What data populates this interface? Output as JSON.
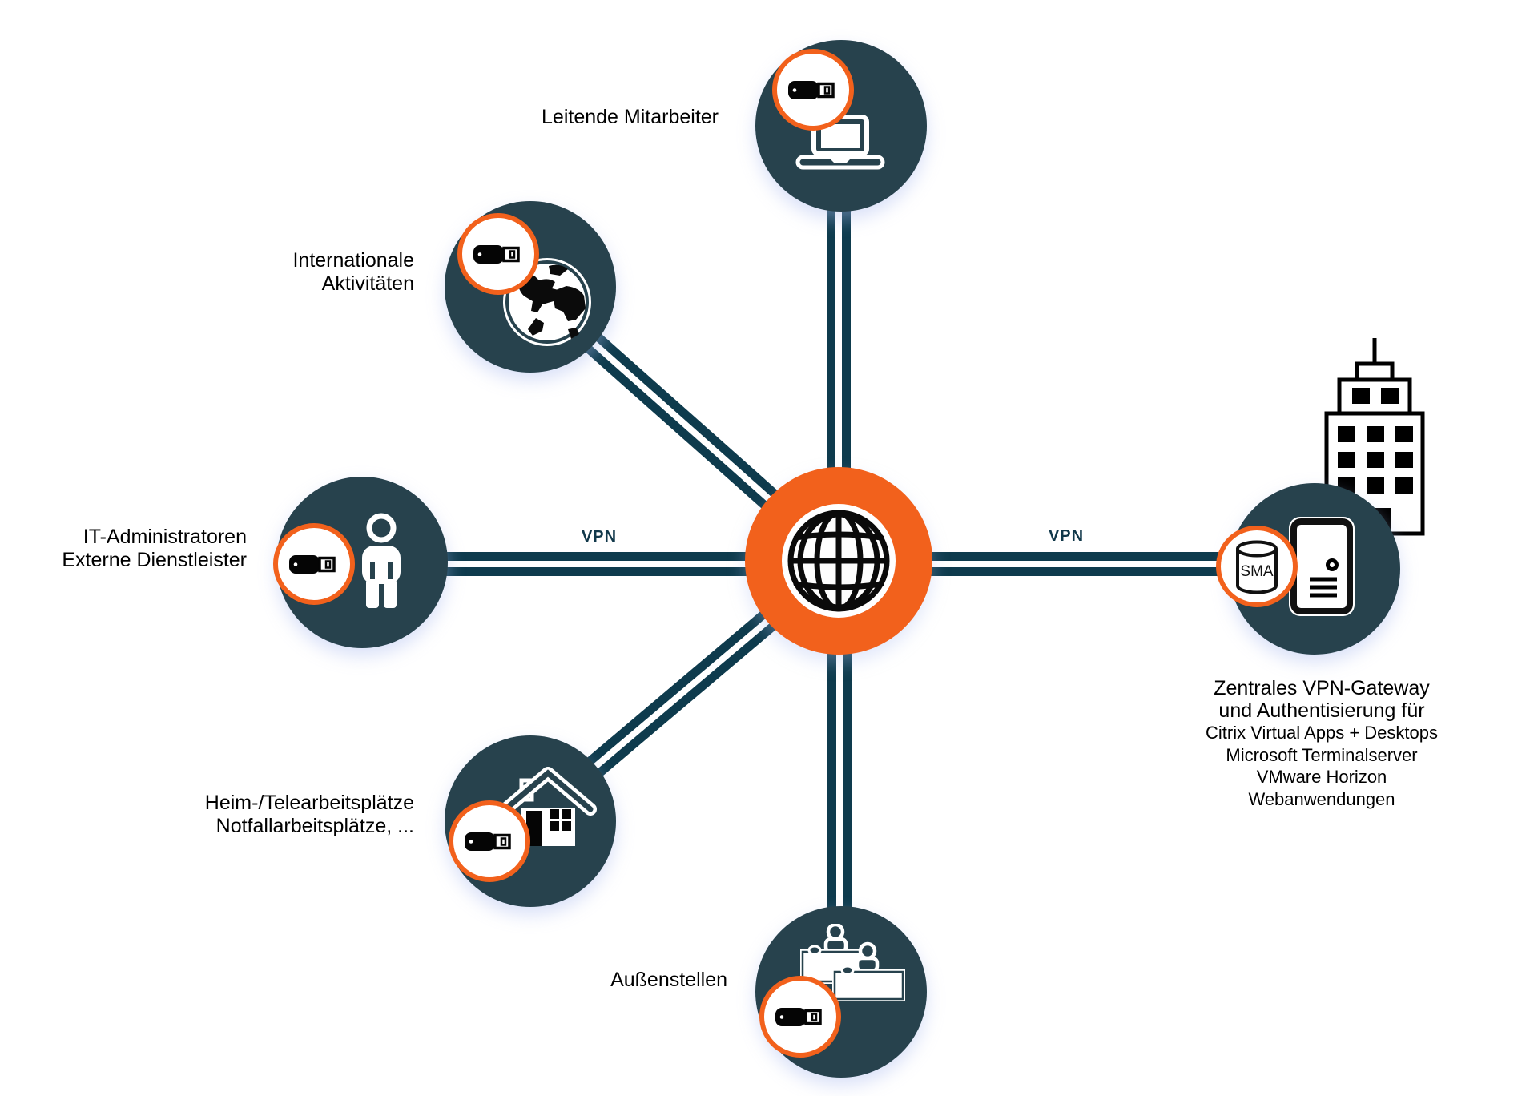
{
  "diagram_type": "vpn-topology",
  "center": {
    "icon": "globe-grid-icon"
  },
  "links": {
    "left_label": "VPN",
    "right_label": "VPN"
  },
  "nodes": {
    "top": {
      "label_lines": [
        "Leitende Mitarbeiter"
      ],
      "icon": "laptop-icon",
      "badge_icon": "usb-token-icon"
    },
    "upper_left": {
      "label_lines": [
        "Internationale",
        "Aktivitäten"
      ],
      "icon": "earth-globe-icon",
      "badge_icon": "usb-token-icon"
    },
    "left": {
      "label_lines": [
        "IT-Administratoren",
        "Externe Dienstleister"
      ],
      "icon": "person-icon",
      "badge_icon": "usb-token-icon"
    },
    "lower_left": {
      "label_lines": [
        "Heim-/Telearbeitsplätze",
        "Notfallarbeitsplätze, ..."
      ],
      "icon": "house-icon",
      "badge_icon": "usb-token-icon"
    },
    "bottom": {
      "label_lines": [
        "Außenstellen"
      ],
      "icon": "reception-desks-icon",
      "badge_icon": "usb-token-icon"
    },
    "right": {
      "label_lines_large": [
        "Zentrales VPN-Gateway",
        "und Authentisierung für"
      ],
      "label_lines_small": [
        "Citrix Virtual Apps + Desktops",
        "Microsoft Terminalserver",
        "VMware Horizon",
        "Webanwendungen"
      ],
      "icon": "server-tower-icon",
      "badge_icon": "sma-database-icon",
      "badge_text": "SMA",
      "background_icon": "office-building-icon"
    }
  },
  "colors": {
    "hub_orange": "#F2611C",
    "node_teal": "#27424D",
    "line_teal": "#0E3B4D",
    "label_black": "#000000"
  }
}
